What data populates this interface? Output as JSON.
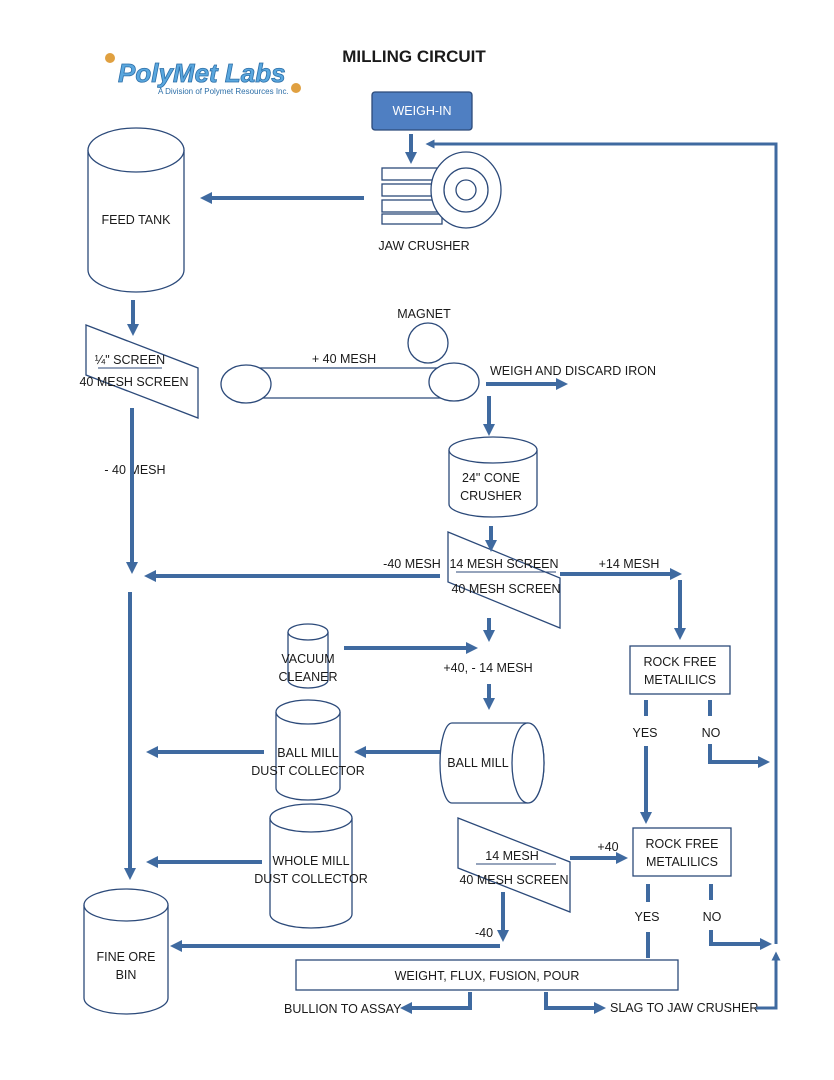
{
  "title": "MILLING CIRCUIT",
  "logo": {
    "name": "PolyMet Labs",
    "tagline": "A Division of Polymet Resources Inc."
  },
  "colors": {
    "arrow": "#3f6aa0",
    "weigh_in_fill": "#4f7fc2",
    "outline": "#2c4a7a"
  },
  "nodes": {
    "weigh_in": "WEIGH-IN",
    "jaw_crusher": "JAW CRUSHER",
    "feed_tank": "FEED TANK",
    "magnet": "MAGNET",
    "screen1_line1": "¼\" SCREEN",
    "screen1_line2": "40 MESH SCREEN",
    "cone_line1": "24\" CONE",
    "cone_line2": "CRUSHER",
    "screen2_line1": "14 MESH SCREEN",
    "screen2_line2": "40 MESH SCREEN",
    "vacuum_line1": "VACUUM",
    "vacuum_line2": "CLEANER",
    "rock_free1_line1": "ROCK FREE",
    "rock_free1_line2": "METALILICS",
    "ball_mill": "BALL MILL",
    "bm_dust_line1": "BALL MILL",
    "bm_dust_line2": "DUST COLLECTOR",
    "wm_dust_line1": "WHOLE MILL",
    "wm_dust_line2": "DUST COLLECTOR",
    "screen3_line1": "14 MESH",
    "screen3_line2": "40 MESH SCREEN",
    "rock_free2_line1": "ROCK FREE",
    "rock_free2_line2": "METALILICS",
    "fine_ore_line1": "FINE ORE",
    "fine_ore_line2": "BIN",
    "fusion": "WEIGHT, FLUX, FUSION, POUR"
  },
  "labels": {
    "plus40_mesh": "+ 40 MESH",
    "weigh_discard": "WEIGH AND DISCARD IRON",
    "minus40_mesh_left": "- 40 MESH",
    "minus40_mesh_mid": "-40 MESH",
    "plus14_mesh": "+14 MESH",
    "plus40_minus14": "+40, - 14 MESH",
    "yes1": "YES",
    "no1": "NO",
    "plus40": "+40",
    "yes2": "YES",
    "no2": "NO",
    "minus40": "-40",
    "bullion": "BULLION TO ASSAY",
    "slag": "SLAG TO JAW CRUSHER"
  }
}
